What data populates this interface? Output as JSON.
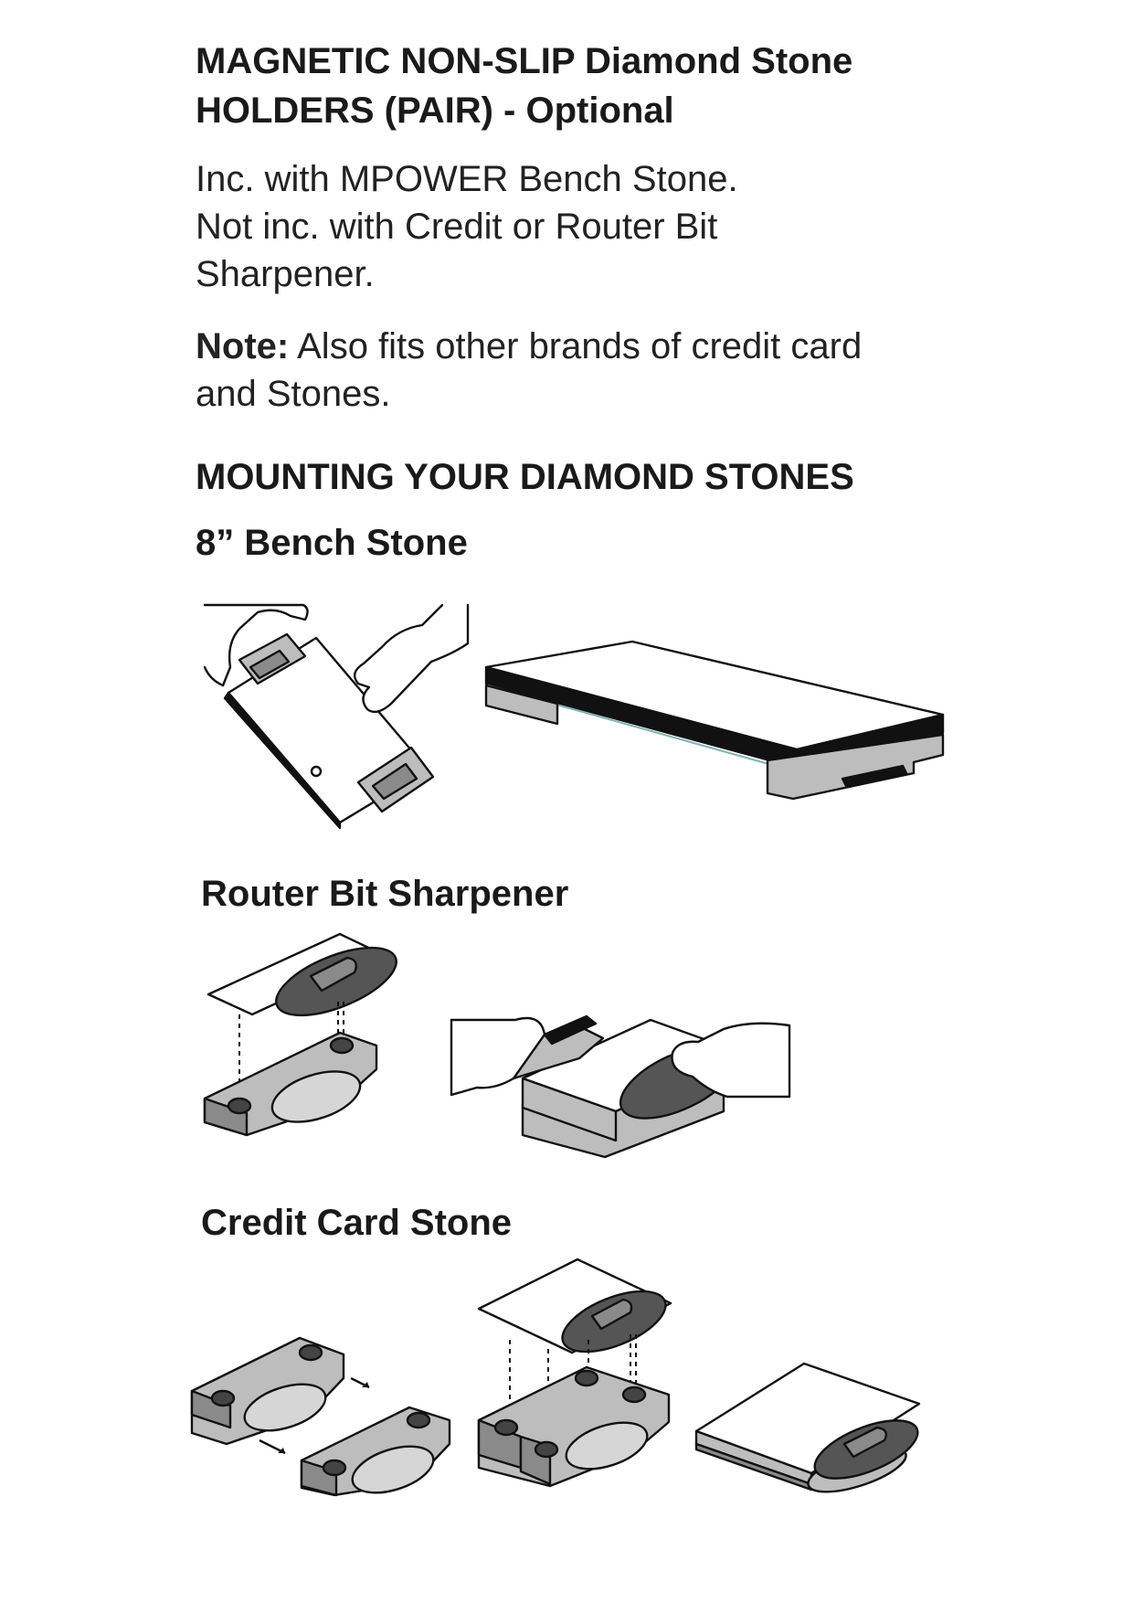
{
  "title": {
    "line1": "MAGNETIC NON-SLIP Diamond Stone",
    "line2": "HOLDERS (PAIR) - Optional"
  },
  "included": {
    "line1": "Inc. with MPOWER Bench Stone.",
    "line2": "Not inc. with Credit or Router Bit",
    "line3": "Sharpener."
  },
  "note": {
    "label": "Note:",
    "line1": " Also fits other brands of credit card",
    "line2": "and Stones."
  },
  "section_heading": "MOUNTING YOUR DIAMOND STONES",
  "bench_stone": {
    "heading": "8” Bench Stone"
  },
  "router_bit": {
    "heading": "Router Bit Sharpener"
  },
  "credit_card": {
    "heading": "Credit Card Stone"
  },
  "colors": {
    "holder_gray": "#bdbdbd",
    "holder_dark": "#8a8a8a",
    "clip_dark": "#555555",
    "stone_black": "#111111",
    "stone_top": "#ffffff",
    "accent_teal": "#7fb3b3"
  }
}
